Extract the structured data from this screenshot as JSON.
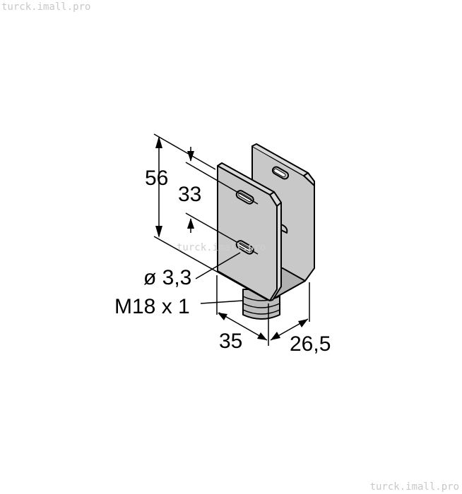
{
  "watermarks": {
    "top": "turck.imall.pro",
    "bottom": "turck.imall.pro",
    "center": "turck.imall.pro"
  },
  "dimensions": {
    "height_total": "56",
    "hole_spacing": "33",
    "hole_diameter": "ø 3,3",
    "thread": "M18 x 1",
    "width": "35",
    "depth": "26,5"
  },
  "colors": {
    "metal": "#c8c8c8",
    "outline": "#000000"
  }
}
